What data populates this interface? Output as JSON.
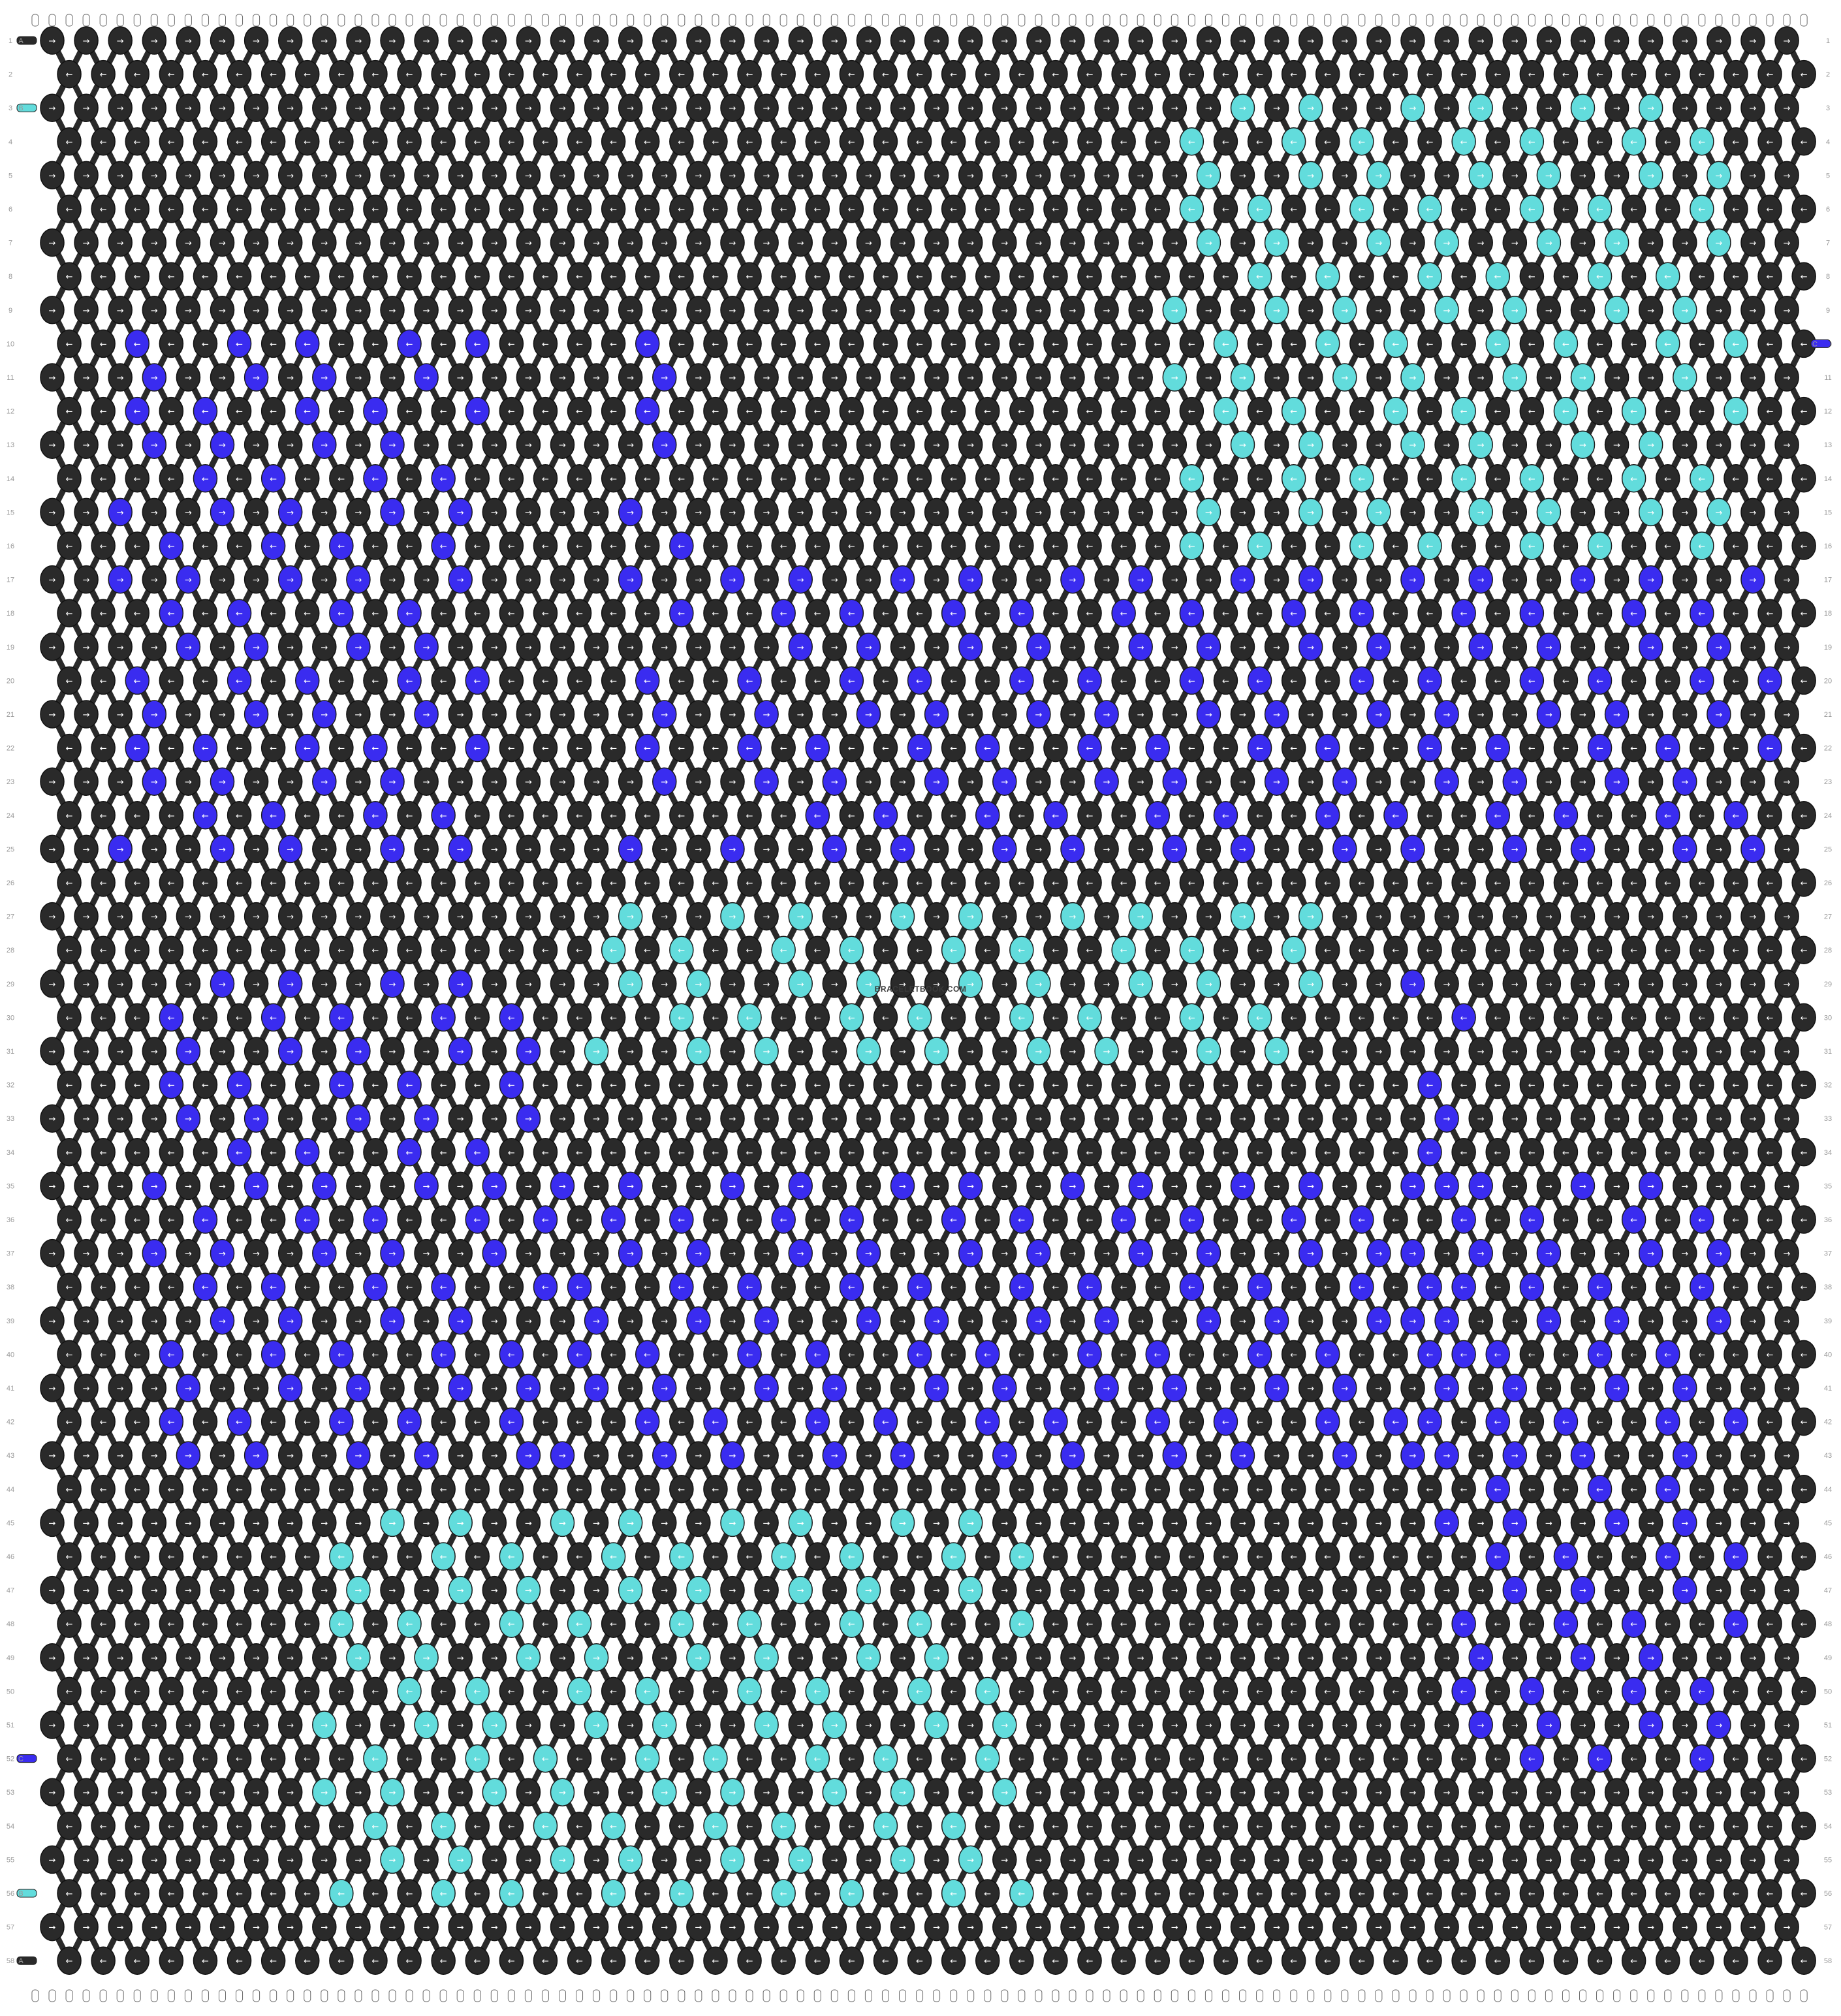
{
  "pattern": {
    "rows": 58,
    "columns": 52,
    "strings": 105,
    "watermark": "BRACELETBOOK.COM",
    "colors": {
      "A": "#2a2a2a",
      "B": "#62dcdc",
      "C": "#3a2cf0"
    },
    "string_end_labels": {
      "top_left": "A",
      "row3_left": "B",
      "row10_right": "C",
      "row52_left": "C",
      "row56_left": "B",
      "bottom_left": "A"
    },
    "row_numbers_left": [
      1,
      2,
      3,
      4,
      5,
      6,
      7,
      8,
      9,
      10,
      11,
      12,
      13,
      14,
      15,
      16,
      17,
      18,
      19,
      20,
      21,
      22,
      23,
      24,
      25,
      26,
      27,
      28,
      29,
      30,
      31,
      32,
      33,
      34,
      35,
      36,
      37,
      38,
      39,
      40,
      41,
      42,
      43,
      44,
      45,
      46,
      47,
      48,
      49,
      50,
      51,
      52,
      53,
      54,
      55,
      56,
      57,
      58
    ],
    "row_numbers_right": [
      1,
      2,
      3,
      4,
      5,
      6,
      7,
      8,
      9,
      10,
      11,
      12,
      13,
      14,
      15,
      16,
      17,
      18,
      19,
      20,
      21,
      22,
      23,
      24,
      25,
      26,
      27,
      28,
      29,
      30,
      31,
      32,
      33,
      34,
      35,
      36,
      37,
      38,
      39,
      40,
      41,
      42,
      43,
      44,
      45,
      46,
      47,
      48,
      49,
      50,
      51,
      52,
      53,
      54,
      55,
      56,
      57,
      58
    ],
    "knot_arrows": {
      "odd_rows": "→",
      "even_rows": "←"
    },
    "color_regions": [
      {
        "color": "C",
        "label": "left-letter-outline",
        "rows": [
          10,
          25
        ],
        "cols": [
          2,
          12
        ]
      },
      {
        "color": "C",
        "label": "column-stroke-1",
        "rows": [
          10,
          25
        ],
        "cols": [
          17,
          18
        ]
      },
      {
        "color": "C",
        "label": "word-block-upper",
        "rows": [
          17,
          25
        ],
        "cols": [
          20,
          50
        ]
      },
      {
        "color": "B",
        "label": "corner-motif-top-right",
        "rows": [
          3,
          16
        ],
        "cols": [
          33,
          49
        ]
      },
      {
        "color": "B",
        "label": "word-block-middle",
        "rows": [
          27,
          31
        ],
        "cols": [
          16,
          37
        ]
      },
      {
        "color": "C",
        "label": "left-letter-lower",
        "rows": [
          29,
          43
        ],
        "cols": [
          3,
          14
        ]
      },
      {
        "color": "C",
        "label": "word-block-lower",
        "rows": [
          35,
          43
        ],
        "cols": [
          15,
          49
        ]
      },
      {
        "color": "C",
        "label": "column-stroke-2",
        "rows": [
          29,
          43
        ],
        "cols": [
          40,
          41
        ]
      },
      {
        "color": "B",
        "label": "corner-motif-bottom-left",
        "rows": [
          45,
          56
        ],
        "cols": [
          8,
          28
        ]
      },
      {
        "color": "C",
        "label": "corner-motif-bottom-right",
        "rows": [
          44,
          52
        ],
        "cols": [
          41,
          49
        ]
      }
    ]
  }
}
